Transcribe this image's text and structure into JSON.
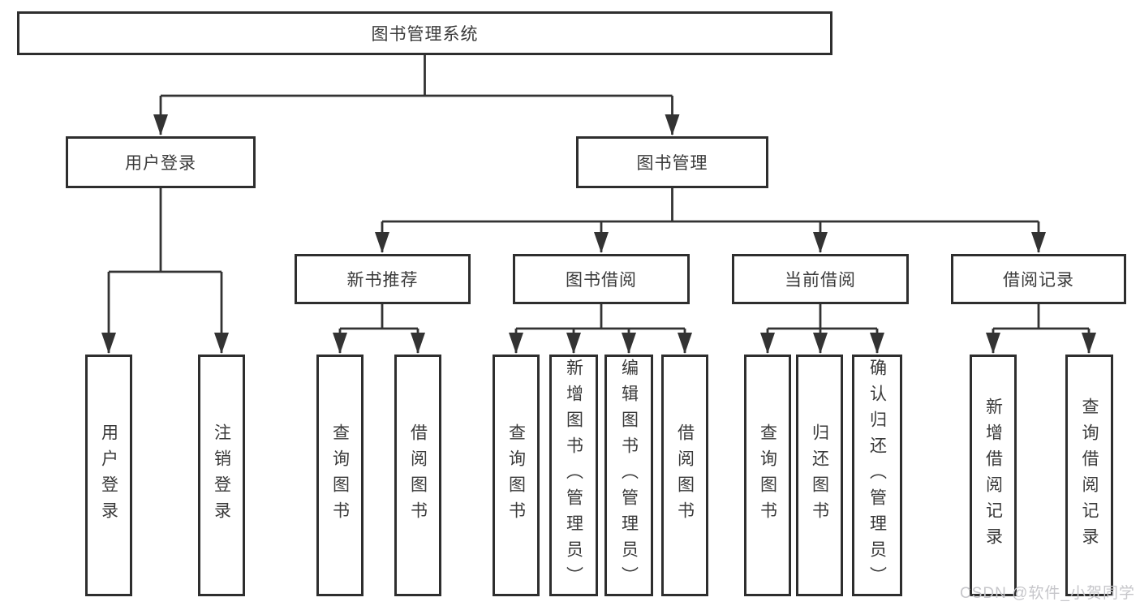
{
  "diagram_title": "图书管理系统",
  "colors": {
    "line": "#333333",
    "box_border": "#2e2e2e",
    "text": "#3a3a3a",
    "box_background": "#ffffff",
    "watermark": "#c6c6ca"
  },
  "hierarchy": {
    "root": {
      "label": "图书管理系统"
    },
    "branches": [
      {
        "label": "用户登录",
        "children": [
          {
            "label": "用户登录"
          },
          {
            "label": "注销登录"
          }
        ]
      },
      {
        "label": "图书管理",
        "children": [
          {
            "label": "新书推荐",
            "children": [
              {
                "label": "查询图书"
              },
              {
                "label": "借阅图书"
              }
            ]
          },
          {
            "label": "图书借阅",
            "children": [
              {
                "label": "查询图书"
              },
              {
                "label": "新增图书（管理员）"
              },
              {
                "label": "编辑图书（管理员）"
              },
              {
                "label": "借阅图书"
              }
            ]
          },
          {
            "label": "当前借阅",
            "children": [
              {
                "label": "查询图书"
              },
              {
                "label": "归还图书"
              },
              {
                "label": "确认归还（管理员）"
              }
            ]
          },
          {
            "label": "借阅记录",
            "children": [
              {
                "label": "新增借阅记录"
              },
              {
                "label": "查询借阅记录"
              }
            ]
          }
        ]
      }
    ]
  },
  "watermark": {
    "text": "CSDN @软件_小贺同学"
  }
}
